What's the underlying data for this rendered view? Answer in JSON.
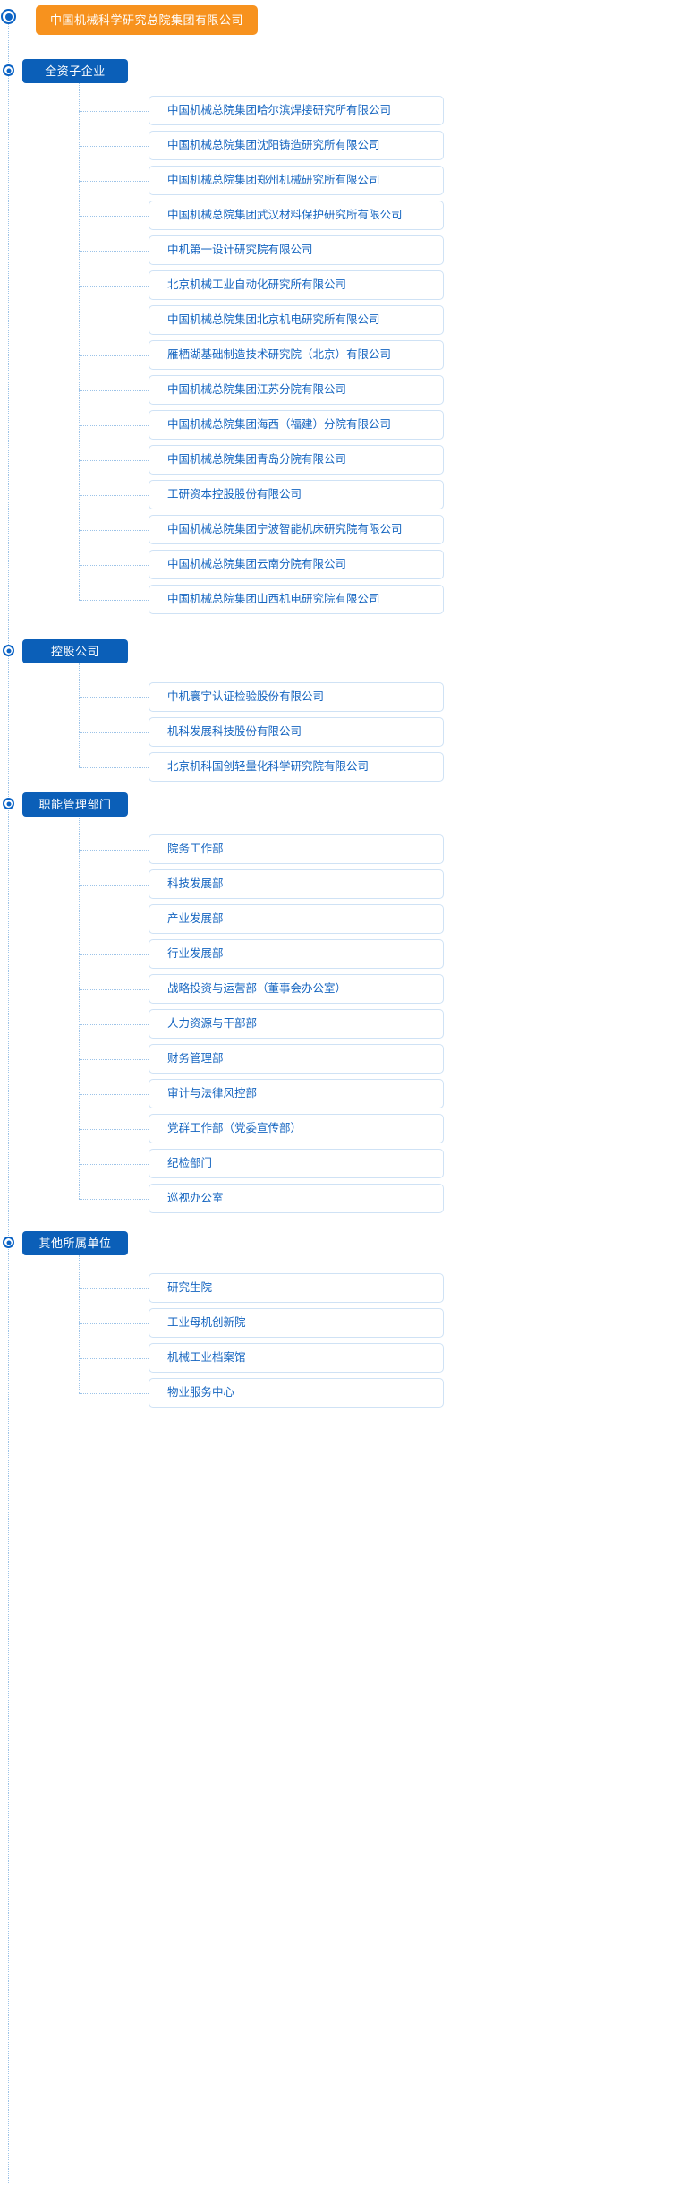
{
  "root": {
    "label": "中国机械科学研究总院集团有限公司",
    "color": "#f7921e"
  },
  "theme": {
    "section_color": "#0b5fb8",
    "card_text_color": "#1565c0",
    "card_border_color": "#cfe2f5",
    "connector_color": "#9cc3e8"
  },
  "groups": [
    {
      "label": "全资子企业",
      "items": [
        {
          "label": "中国机械总院集团哈尔滨焊接研究所有限公司"
        },
        {
          "label": "中国机械总院集团沈阳铸造研究所有限公司"
        },
        {
          "label": "中国机械总院集团郑州机械研究所有限公司"
        },
        {
          "label": "中国机械总院集团武汉材料保护研究所有限公司"
        },
        {
          "label": "中机第一设计研究院有限公司"
        },
        {
          "label": "北京机械工业自动化研究所有限公司"
        },
        {
          "label": "中国机械总院集团北京机电研究所有限公司"
        },
        {
          "label": "雁栖湖基础制造技术研究院（北京）有限公司"
        },
        {
          "label": "中国机械总院集团江苏分院有限公司"
        },
        {
          "label": "中国机械总院集团海西（福建）分院有限公司"
        },
        {
          "label": "中国机械总院集团青岛分院有限公司"
        },
        {
          "label": "工研资本控股股份有限公司"
        },
        {
          "label": "中国机械总院集团宁波智能机床研究院有限公司"
        },
        {
          "label": "中国机械总院集团云南分院有限公司"
        },
        {
          "label": "中国机械总院集团山西机电研究院有限公司"
        }
      ]
    },
    {
      "label": "控股公司",
      "items": [
        {
          "label": "中机寰宇认证检验股份有限公司"
        },
        {
          "label": "机科发展科技股份有限公司"
        },
        {
          "label": "北京机科国创轻量化科学研究院有限公司"
        }
      ]
    },
    {
      "label": "职能管理部门",
      "items": [
        {
          "label": "院务工作部"
        },
        {
          "label": "科技发展部"
        },
        {
          "label": "产业发展部"
        },
        {
          "label": "行业发展部"
        },
        {
          "label": "战略投资与运营部（董事会办公室）"
        },
        {
          "label": "人力资源与干部部"
        },
        {
          "label": "财务管理部"
        },
        {
          "label": "审计与法律风控部"
        },
        {
          "label": "党群工作部（党委宣传部）"
        },
        {
          "label": "纪检部门"
        },
        {
          "label": "巡视办公室"
        }
      ]
    },
    {
      "label": "其他所属单位",
      "items": [
        {
          "label": "研究生院"
        },
        {
          "label": "工业母机创新院"
        },
        {
          "label": "机械工业档案馆"
        },
        {
          "label": "物业服务中心"
        }
      ]
    }
  ]
}
